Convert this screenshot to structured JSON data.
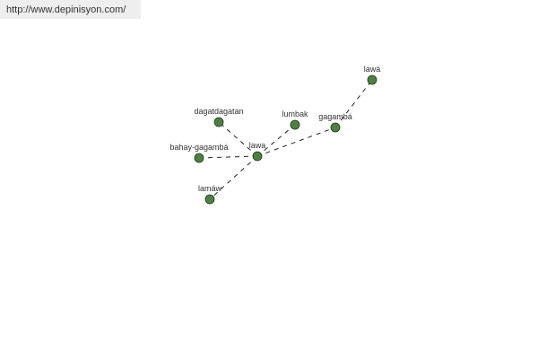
{
  "url": "http://www.depinisyon.com/",
  "colors": {
    "node_fill": "#4f8043",
    "node_stroke": "#1e3a1a",
    "edge": "#222222"
  },
  "graph": {
    "nodes": [
      {
        "id": "lawa",
        "label": "lawa"
      },
      {
        "id": "dagatdagatan",
        "label": "dagatdagatan"
      },
      {
        "id": "bahay-gagamba",
        "label": "bahay-gagambá"
      },
      {
        "id": "lamaw",
        "label": "lamáw"
      },
      {
        "id": "lumbak",
        "label": "lumbak"
      },
      {
        "id": "gagamba",
        "label": "gagambá"
      },
      {
        "id": "lawa2",
        "label": "lawà"
      }
    ],
    "edges": [
      {
        "from": "lawa",
        "to": "dagatdagatan"
      },
      {
        "from": "lawa",
        "to": "bahay-gagamba"
      },
      {
        "from": "lawa",
        "to": "lamaw"
      },
      {
        "from": "lawa",
        "to": "lumbak"
      },
      {
        "from": "lawa",
        "to": "gagamba"
      },
      {
        "from": "gagamba",
        "to": "lawa2"
      }
    ]
  }
}
